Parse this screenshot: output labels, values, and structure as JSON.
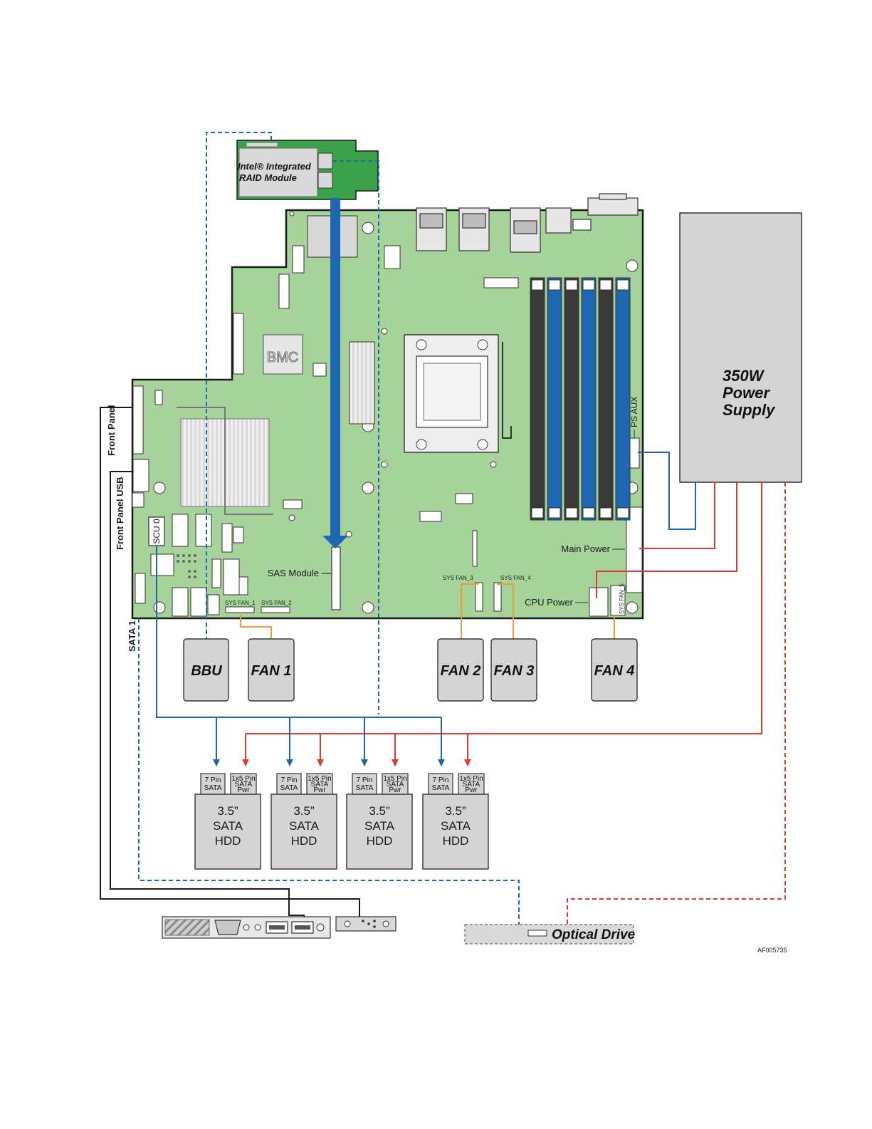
{
  "raid_module": {
    "line1": "Intel® Integrated",
    "line2": "RAID Module"
  },
  "psu": {
    "line1": "350W",
    "line2": "Power",
    "line3": "Supply"
  },
  "board_labels": {
    "bmc": "BMC",
    "scu0": "SCU 0",
    "sas_module": "SAS Module",
    "ps_aux": "PS AUX",
    "main_power": "Main Power",
    "cpu_power": "CPU Power",
    "sys_fan_1": "SYS FAN_1",
    "sys_fan_2": "SYS FAN_2",
    "sys_fan_3": "SYS FAN_3",
    "sys_fan_4": "SYS FAN_4",
    "sys_fan_5": "SYS FAN_5"
  },
  "side_labels": {
    "front_panel": "Front Panel",
    "front_panel_usb": "Front Panel USB",
    "sata1": "SATA 1"
  },
  "modules": {
    "bbu": "BBU",
    "fan1": "FAN 1",
    "fan2": "FAN 2",
    "fan3": "FAN 3",
    "fan4": "FAN 4"
  },
  "hdds": [
    {
      "sata_conn": [
        "7 Pin",
        "SATA"
      ],
      "pwr_conn": [
        "1x5 Pin",
        "SATA",
        "Pwr"
      ],
      "label": [
        "3.5”",
        "SATA",
        "HDD"
      ]
    },
    {
      "sata_conn": [
        "7 Pin",
        "SATA"
      ],
      "pwr_conn": [
        "1x5 Pin",
        "SATA",
        "Pwr"
      ],
      "label": [
        "3.5”",
        "SATA",
        "HDD"
      ]
    },
    {
      "sata_conn": [
        "7 Pin",
        "SATA"
      ],
      "pwr_conn": [
        "1x5 Pin",
        "SATA",
        "Pwr"
      ],
      "label": [
        "3.5”",
        "SATA",
        "HDD"
      ]
    },
    {
      "sata_conn": [
        "7 Pin",
        "SATA"
      ],
      "pwr_conn": [
        "1x5 Pin",
        "SATA",
        "Pwr"
      ],
      "label": [
        "3.5”",
        "SATA",
        "HDD"
      ]
    }
  ],
  "optical_drive": "Optical Drive",
  "figure_id": "AF005735",
  "colors": {
    "board": "#a6d39a",
    "board_stroke": "#1a1a1a",
    "raid_card": "#3aa34a",
    "sata_blue": "#1f66b0",
    "power_red": "#e23a2e",
    "fan_orange": "#f29a3a",
    "box_gray": "#d4d4d4",
    "dimm_blue": "#1f66b0",
    "dimm_dark": "#3a3a3a"
  }
}
